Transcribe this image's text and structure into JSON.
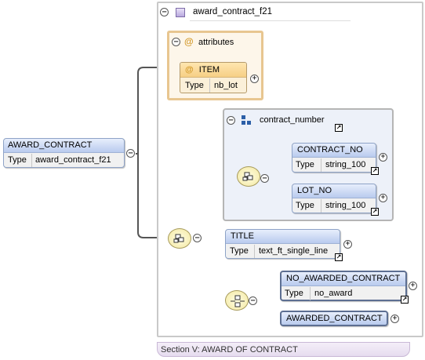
{
  "root": {
    "name": "AWARD_CONTRACT",
    "type_label": "Type",
    "type_value": "award_contract_f21"
  },
  "complex_type": {
    "name": "award_contract_f21"
  },
  "attributes": {
    "title": "attributes",
    "item": {
      "name": "ITEM",
      "type_label": "Type",
      "type_value": "nb_lot"
    }
  },
  "contract_number_group": {
    "name": "contract_number",
    "children": [
      {
        "name": "CONTRACT_NO",
        "type_label": "Type",
        "type_value": "string_100"
      },
      {
        "name": "LOT_NO",
        "type_label": "Type",
        "type_value": "string_100"
      }
    ]
  },
  "title_element": {
    "name": "TITLE",
    "type_label": "Type",
    "type_value": "text_ft_single_line"
  },
  "award_choice": {
    "children": [
      {
        "name": "NO_AWARDED_CONTRACT",
        "type_label": "Type",
        "type_value": "no_award"
      },
      {
        "name": "AWARDED_CONTRACT"
      }
    ]
  },
  "annotation": "Section V: AWARD OF CONTRACT",
  "icons": {
    "collapse": "⊖",
    "expand": "+",
    "reference": "↗",
    "attribute": "@"
  }
}
